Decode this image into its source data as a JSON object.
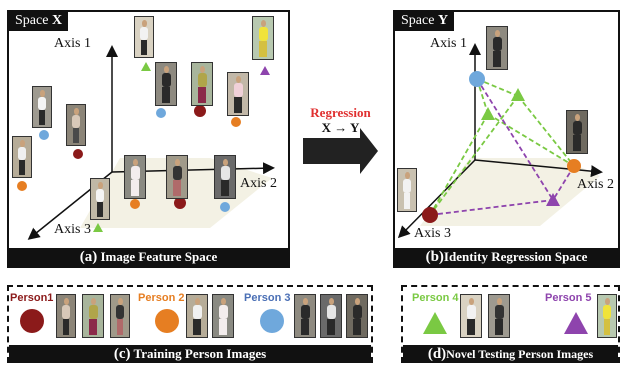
{
  "panel_a": {
    "tag_prefix": "Space ",
    "tag_var": "X",
    "axis1": "Axis 1",
    "axis2": "Axis 2",
    "axis3": "Axis 3",
    "caption_letter": "(a)",
    "caption_text": "Image Feature Space"
  },
  "arrow": {
    "title": "Regression",
    "mapping": "X → Y"
  },
  "panel_b": {
    "tag_prefix": "Space ",
    "tag_var": "Y",
    "axis1": "Axis 1",
    "axis2": "Axis 2",
    "axis3": "Axis 3",
    "caption_letter": "(b)",
    "caption_text": "Identity Regression Space"
  },
  "panel_c": {
    "caption_letter": "(c)",
    "caption_text": "Training Person Images",
    "persons": [
      {
        "label": "Person1",
        "color": "#8b1a1a",
        "label_color": "#8b1a1a"
      },
      {
        "label": "Person 2",
        "color": "#e67e22",
        "label_color": "#e67e22"
      },
      {
        "label": "Person 3",
        "color": "#6fa8dc",
        "label_color": "#4a6fb5"
      }
    ]
  },
  "panel_d": {
    "caption_letter": "(d)",
    "caption_text": "Novel Testing Person Images",
    "persons": [
      {
        "label": "Person 4",
        "color": "#7ac943",
        "label_color": "#7ac943"
      },
      {
        "label": "Person 5",
        "color": "#8e44ad",
        "label_color": "#8e44ad"
      }
    ]
  },
  "colors": {
    "person1": "#8b1a1a",
    "person2": "#e67e22",
    "person3": "#6fa8dc",
    "person4": "#7ac943",
    "person5": "#8e44ad",
    "regression_text": "#e03030"
  }
}
